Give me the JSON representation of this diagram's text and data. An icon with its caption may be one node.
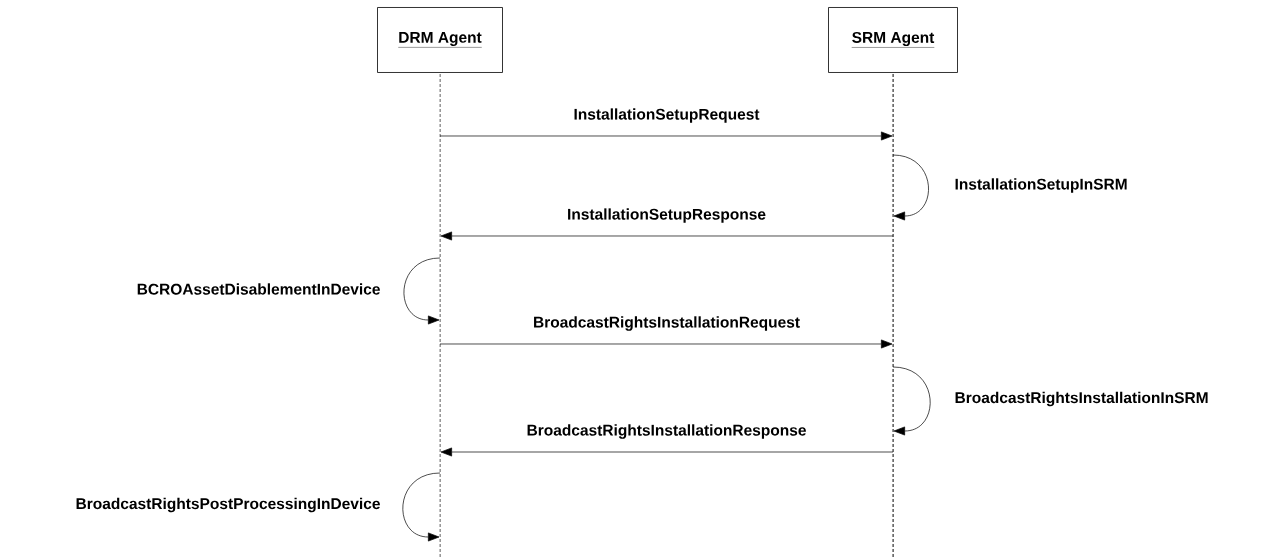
{
  "diagram": {
    "nodes": [
      {
        "text": [
          "DRM Agent"
        ]
      },
      {
        "text": [
          "SRM Agent"
        ]
      },
      {
        "text": [],
        "shape": "bar"
      },
      {
        "text": [],
        "shape": "bar"
      }
    ],
    "edges": [
      {
        "from": 2,
        "to": 3,
        "arrow": "to",
        "label": "InstallationSetupRequest"
      },
      {
        "from": 3,
        "to": 3,
        "arrow": "to",
        "label": "InstallationSetupInSRM"
      },
      {
        "from": 3,
        "to": 2,
        "arrow": "to",
        "label": "InstallationSetupResponse"
      },
      {
        "from": 2,
        "to": 2,
        "arrow": "to",
        "label": "BCROAssetDisablementInDevice"
      },
      {
        "from": 2,
        "to": 3,
        "arrow": "to",
        "label": "BroadcastRightsInstallationRequest"
      },
      {
        "from": 3,
        "to": 3,
        "arrow": "to",
        "label": "BroadcastRightsInstallationInSRM"
      },
      {
        "from": 3,
        "to": 2,
        "arrow": "to",
        "label": "BroadcastRightsInstallationResponse"
      },
      {
        "from": 2,
        "to": 2,
        "arrow": "to",
        "label": "BroadcastRightsPostProcessingInDevice"
      }
    ]
  }
}
